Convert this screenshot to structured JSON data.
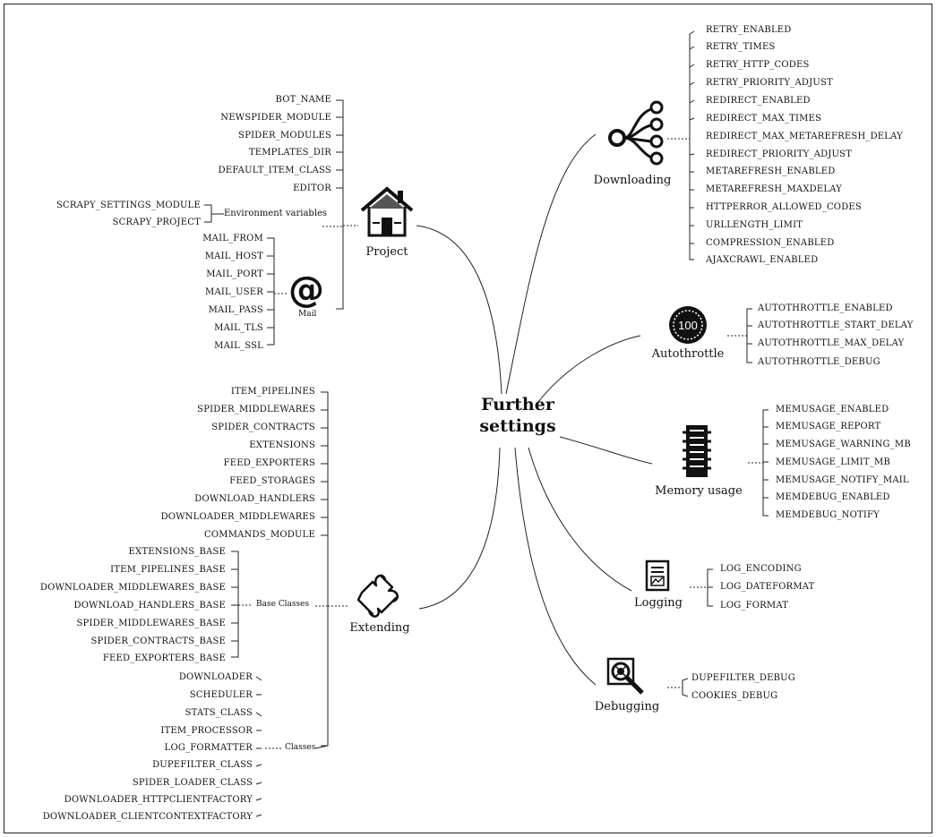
{
  "center": {
    "line1": "Further",
    "line2": "settings"
  },
  "project": {
    "label": "Project",
    "icon": "house-icon",
    "items": [
      "BOT_NAME",
      "NEWSPIDER_MODULE",
      "SPIDER_MODULES",
      "TEMPLATES_DIR",
      "DEFAULT_ITEM_CLASS",
      "EDITOR"
    ],
    "env": {
      "label": "Environment variables",
      "items": [
        "SCRAPY_SETTINGS_MODULE",
        "SCRAPY_PROJECT"
      ]
    },
    "mail": {
      "label": "Mail",
      "icon": "at-sign-icon",
      "items": [
        "MAIL_FROM",
        "MAIL_HOST",
        "MAIL_PORT",
        "MAIL_USER",
        "MAIL_PASS",
        "MAIL_TLS",
        "MAIL_SSL"
      ]
    }
  },
  "extending": {
    "label": "Extending",
    "icon": "puzzle-piece-icon",
    "items": [
      "ITEM_PIPELINES",
      "SPIDER_MIDDLEWARES",
      "SPIDER_CONTRACTS",
      "EXTENSIONS",
      "FEED_EXPORTERS",
      "FEED_STORAGES",
      "DOWNLOAD_HANDLERS",
      "DOWNLOADER_MIDDLEWARES",
      "COMMANDS_MODULE"
    ],
    "base": {
      "label": "Base Classes",
      "items": [
        "EXTENSIONS_BASE",
        "ITEM_PIPELINES_BASE",
        "DOWNLOADER_MIDDLEWARES_BASE",
        "DOWNLOAD_HANDLERS_BASE",
        "SPIDER_MIDDLEWARES_BASE",
        "SPIDER_CONTRACTS_BASE",
        "FEED_EXPORTERS_BASE"
      ]
    },
    "classes": {
      "label": "Classes",
      "items": [
        "DOWNLOADER",
        "SCHEDULER",
        "STATS_CLASS",
        "ITEM_PROCESSOR",
        "LOG_FORMATTER",
        "DUPEFILTER_CLASS",
        "SPIDER_LOADER_CLASS",
        "DOWNLOADER_HTTPCLIENTFACTORY",
        "DOWNLOADER_CLIENTCONTEXTFACTORY"
      ]
    }
  },
  "downloading": {
    "label": "Downloading",
    "icon": "branching-nodes-icon",
    "items": [
      "RETRY_ENABLED",
      "RETRY_TIMES",
      "RETRY_HTTP_CODES",
      "RETRY_PRIORITY_ADJUST",
      "REDIRECT_ENABLED",
      "REDIRECT_MAX_TIMES",
      "REDIRECT_MAX_METAREFRESH_DELAY",
      "REDIRECT_PRIORITY_ADJUST",
      "METAREFRESH_ENABLED",
      "METAREFRESH_MAXDELAY",
      "HTTPERROR_ALLOWED_CODES",
      "URLLENGTH_LIMIT",
      "COMPRESSION_ENABLED",
      "AJAXCRAWL_ENABLED"
    ]
  },
  "autothrottle": {
    "label": "Autothrottle",
    "icon": "speed-100-icon",
    "badge": "100",
    "items": [
      "AUTOTHROTTLE_ENABLED",
      "AUTOTHROTTLE_START_DELAY",
      "AUTOTHROTTLE_MAX_DELAY",
      "AUTOTHROTTLE_DEBUG"
    ]
  },
  "memory": {
    "label": "Memory usage",
    "icon": "memory-chip-icon",
    "items": [
      "MEMUSAGE_ENABLED",
      "MEMUSAGE_REPORT",
      "MEMUSAGE_WARNING_MB",
      "MEMUSAGE_LIMIT_MB",
      "MEMUSAGE_NOTIFY_MAIL",
      "MEMDEBUG_ENABLED",
      "MEMDEBUG_NOTIFY"
    ]
  },
  "logging": {
    "label": "Logging",
    "icon": "log-document-icon",
    "items": [
      "LOG_ENCODING",
      "LOG_DATEFORMAT",
      "LOG_FORMAT"
    ]
  },
  "debugging": {
    "label": "Debugging",
    "icon": "bug-magnifier-icon",
    "items": [
      "DUPEFILTER_DEBUG",
      "COOKIES_DEBUG"
    ]
  }
}
